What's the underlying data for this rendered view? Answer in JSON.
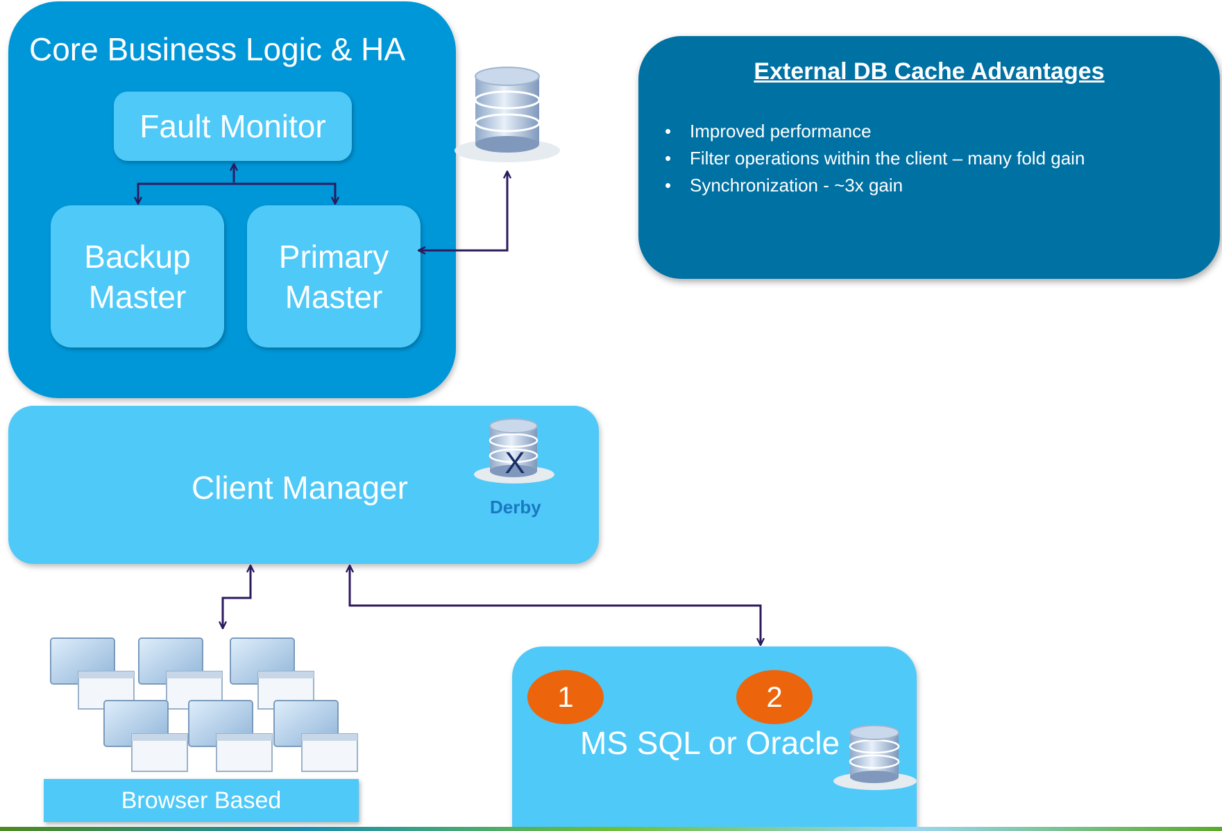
{
  "core": {
    "title": "Core Business Logic & HA",
    "fault_monitor": "Fault Monitor",
    "backup_master": [
      "Backup",
      "Master"
    ],
    "primary_master": [
      "Primary",
      "Master"
    ]
  },
  "client_manager": {
    "label": "Client Manager",
    "db_mark": "X",
    "db_name": "Derby"
  },
  "database": {
    "label": "MS SQL or Oracle",
    "badges": [
      "1",
      "2"
    ]
  },
  "browsers": {
    "label": "Browser Based"
  },
  "advantages": {
    "title": "External DB Cache Advantages",
    "items": [
      "Improved performance",
      "Filter operations within the client – many fold gain",
      "Synchronization  - ~3x gain"
    ],
    "bullet": "•"
  },
  "colors": {
    "core_blue": "#0097d8",
    "light_blue": "#4ec9f8",
    "dark_panel": "#0071a3",
    "badge_orange": "#ec650c",
    "arrow": "#2b1a5e"
  }
}
